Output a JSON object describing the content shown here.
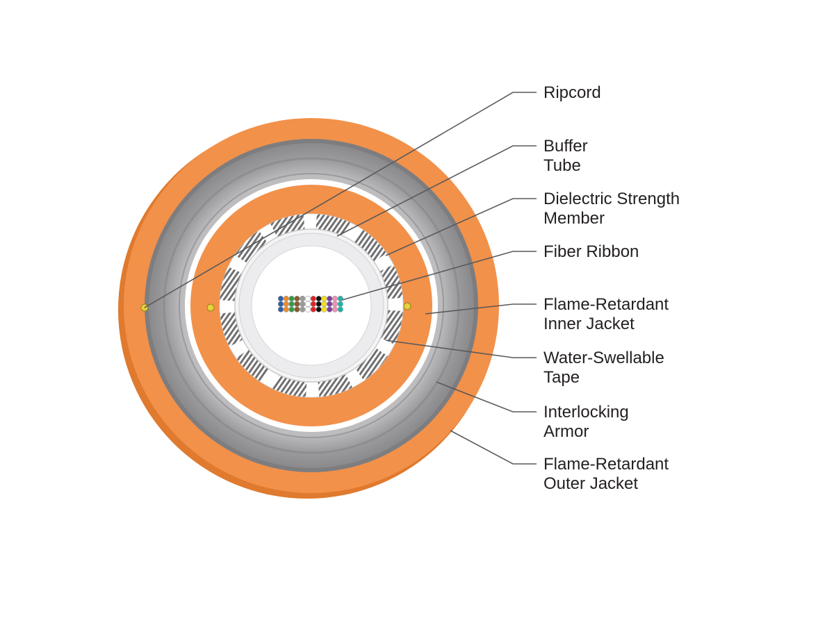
{
  "diagram": {
    "colors": {
      "jacket_orange": "#f2914a",
      "jacket_orange_dark": "#e07a2e",
      "armor_gray": "#a8a8aa",
      "armor_gray_dark": "#7d7d80",
      "buffer_tube": "#ececee",
      "leader_line": "#58595b",
      "label_text": "#231f20"
    },
    "labels": [
      {
        "id": "ripcord",
        "lines": [
          "Ripcord"
        ]
      },
      {
        "id": "buffer-tube",
        "lines": [
          "Buffer",
          "Tube"
        ]
      },
      {
        "id": "dielectric-strength-member",
        "lines": [
          "Dielectric Strength",
          "Member"
        ]
      },
      {
        "id": "fiber-ribbon",
        "lines": [
          "Fiber Ribbon"
        ]
      },
      {
        "id": "inner-jacket",
        "lines": [
          "Flame-Retardant",
          "Inner Jacket"
        ]
      },
      {
        "id": "water-swellable-tape",
        "lines": [
          "Water-Swellable",
          "Tape"
        ]
      },
      {
        "id": "interlocking-armor",
        "lines": [
          "Interlocking",
          "Armor"
        ]
      },
      {
        "id": "outer-jacket",
        "lines": [
          "Flame-Retardant",
          "Outer Jacket"
        ]
      }
    ],
    "fiber_colors": [
      "#2e5fa8",
      "#f08a2c",
      "#2f9e47",
      "#8a5a2b",
      "#9a9a9a",
      "#ffffff",
      "#e02424",
      "#111111",
      "#f5e11c",
      "#7b3fa0",
      "#f08fb5",
      "#20b2aa"
    ]
  }
}
